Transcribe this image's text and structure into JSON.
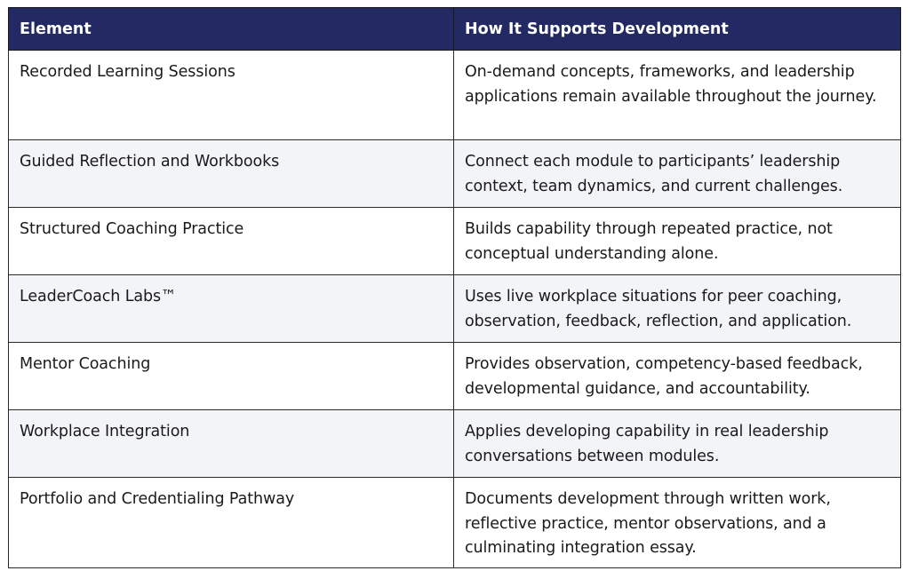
{
  "table": {
    "headers": [
      "Element",
      "How It Supports Development"
    ],
    "rows": [
      [
        "Recorded Learning Sessions",
        "On-demand concepts, frameworks, and leadership applications remain available throughout the journey."
      ],
      [
        "Guided Reflection and Workbooks",
        "Connect each module to participants’ leadership context, team dynamics, and current challenges."
      ],
      [
        "Structured Coaching Practice",
        "Builds capability through repeated practice, not conceptual understanding alone."
      ],
      [
        "LeaderCoach Labs™",
        "Uses live workplace situations for peer coaching, observation, feedback, reflection, and application."
      ],
      [
        "Mentor Coaching",
        "Provides observation, competency-based feedback, developmental guidance, and accountability."
      ],
      [
        "Workplace Integration",
        "Applies developing capability in real leadership conversations between modules."
      ],
      [
        "Portfolio and Credentialing Pathway",
        "Documents development through written work, reflective practice, mentor observations, and a culminating integration essay."
      ]
    ]
  },
  "colors": {
    "header_bg": "#232a63",
    "header_text": "#ffffff",
    "row_alt_bg": "#f3f4f8",
    "border": "#2a2a2a"
  }
}
